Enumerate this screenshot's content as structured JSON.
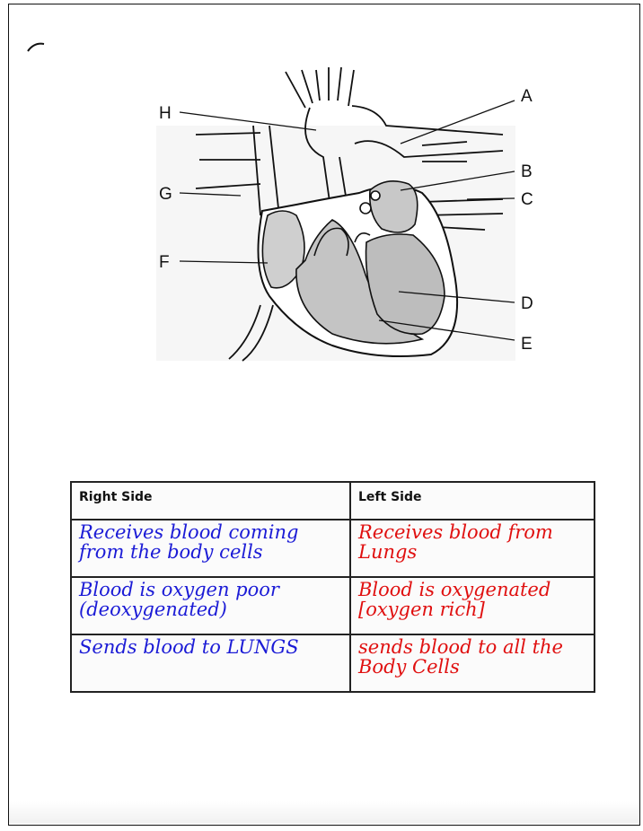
{
  "diagram": {
    "labels": {
      "A": "A",
      "B": "B",
      "C": "C",
      "D": "D",
      "E": "E",
      "F": "F",
      "G": "G",
      "H": "H"
    }
  },
  "table": {
    "headers": {
      "right": "Right Side",
      "left": "Left Side"
    },
    "rows": [
      {
        "right": "Receives blood coming from the body cells",
        "left": "Receives blood from Lungs"
      },
      {
        "right": "Blood is oxygen poor (deoxygenated)",
        "left": "Blood is oxygenated [oxygen rich]"
      },
      {
        "right": "Sends blood to LUNGS",
        "left": "sends blood to all the Body Cells"
      }
    ]
  },
  "colors": {
    "right_ink": "#1b1bd6",
    "left_ink": "#e01010"
  }
}
